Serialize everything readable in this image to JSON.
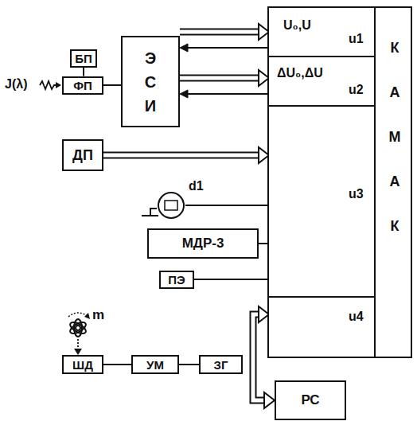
{
  "diagram": {
    "nodes": [
      {
        "text": [
          "БП"
        ]
      },
      {
        "text": [
          "Э С И"
        ]
      },
      {
        "text": [
          "ФП"
        ]
      },
      {
        "text": [
          "К А М А К"
        ]
      },
      {
        "text": [
          "U₀,U",
          "u1"
        ],
        "in": 3
      },
      {
        "text": [
          "ΔU₀,ΔU",
          "u2"
        ],
        "in": 3
      },
      {
        "text": [
          "u3"
        ],
        "in": 3
      },
      {
        "text": [
          "u4"
        ],
        "in": 3
      },
      {
        "text": [
          "ДП"
        ]
      },
      {
        "text": [
          "d1"
        ]
      },
      {
        "text": [
          "МДР-3"
        ]
      },
      {
        "text": [
          "ПЭ"
        ]
      },
      {
        "text": [
          "ШД"
        ]
      },
      {
        "text": [
          "УМ"
        ]
      },
      {
        "text": [
          "ЗГ"
        ]
      },
      {
        "text": [
          "РС"
        ]
      }
    ],
    "edges": [
      {
        "from": 0,
        "to": 2,
        "arrow": "none"
      },
      {
        "from": 2,
        "to": 1,
        "arrow": "none"
      },
      {
        "from": 1,
        "to": 4,
        "arrow": "to"
      },
      {
        "from": 4,
        "to": 1,
        "arrow": "to"
      },
      {
        "from": 1,
        "to": 5,
        "arrow": "to"
      },
      {
        "from": 5,
        "to": 1,
        "arrow": "to"
      },
      {
        "from": 8,
        "to": 6,
        "arrow": "to"
      },
      {
        "from": 9,
        "to": 6,
        "arrow": "none"
      },
      {
        "from": 10,
        "to": 6,
        "arrow": "none"
      },
      {
        "from": 11,
        "to": 6,
        "arrow": "none"
      },
      {
        "from": 7,
        "to": 15,
        "arrow": "both"
      },
      {
        "from": 12,
        "to": 13,
        "arrow": "none"
      },
      {
        "from": 13,
        "to": 14,
        "arrow": "none"
      }
    ],
    "labels": [
      "J(λ)",
      "m"
    ]
  }
}
